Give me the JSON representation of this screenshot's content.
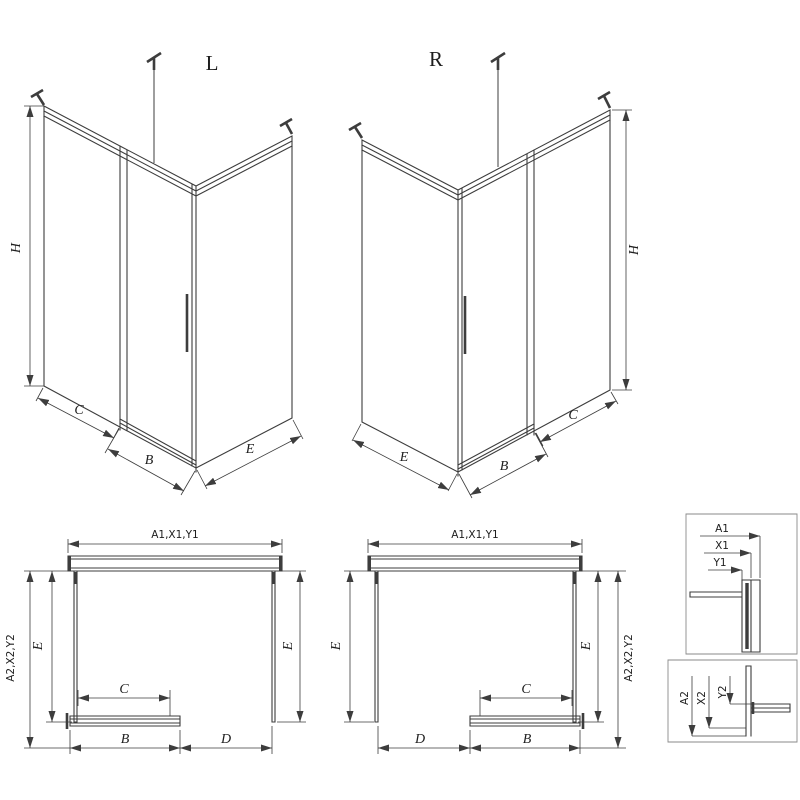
{
  "drawing": {
    "iso_left": {
      "variant": "L",
      "h": "H",
      "c": "C",
      "b": "B",
      "e": "E"
    },
    "iso_right": {
      "variant": "R",
      "h": "H",
      "c": "C",
      "b": "B",
      "e": "E"
    },
    "plan_left": {
      "top": "A1,X1,Y1",
      "side": "A2,X2,Y2",
      "e_left": "E",
      "e_right": "E",
      "c": "C",
      "b": "B",
      "d": "D"
    },
    "plan_right": {
      "top": "A1,X1,Y1",
      "side": "A2,X2,Y2",
      "e_left": "E",
      "e_right": "E",
      "c": "C",
      "b": "B",
      "d": "D"
    },
    "detail_top": {
      "a1": "A1",
      "x1": "X1",
      "y1": "Y1"
    },
    "detail_bottom": {
      "a2": "A2",
      "x2": "X2",
      "y2": "Y2"
    }
  },
  "colors": {
    "line": "#3d3d3d",
    "text": "#1e1e1e",
    "background": "#ffffff"
  }
}
